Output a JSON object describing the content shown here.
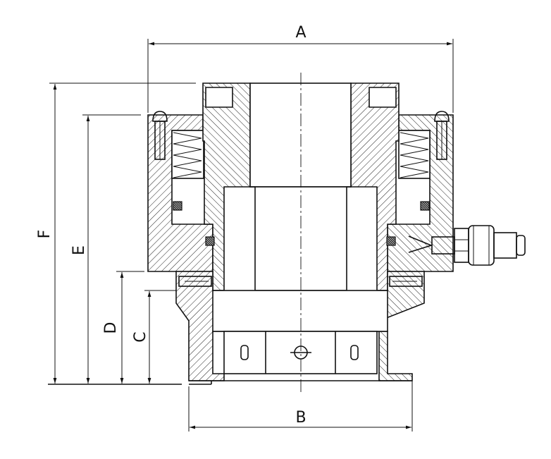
{
  "dimensions": {
    "A": "A",
    "B": "B",
    "C": "C",
    "D": "D",
    "E": "E",
    "F": "F"
  }
}
